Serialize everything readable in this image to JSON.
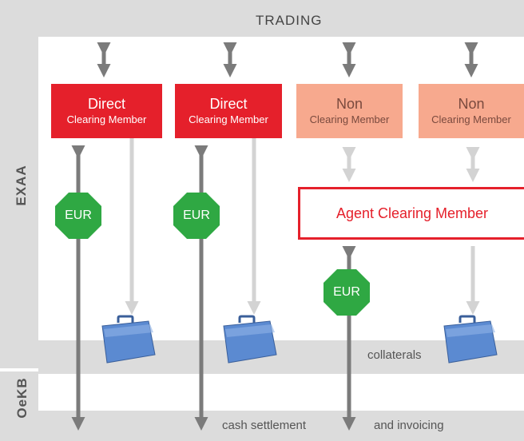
{
  "diagram": {
    "top_band_label": "TRADING",
    "side_labels": {
      "exaa": "EXAA",
      "oekb": "OeKB"
    },
    "members": [
      {
        "line1": "Direct",
        "line2": "Clearing Member",
        "kind": "direct"
      },
      {
        "line1": "Direct",
        "line2": "Clearing Member",
        "kind": "direct"
      },
      {
        "line1": "Non",
        "line2": "Clearing Member",
        "kind": "non"
      },
      {
        "line1": "Non",
        "line2": "Clearing Member",
        "kind": "non"
      }
    ],
    "agent_label": "Agent Clearing Member",
    "currency_badges": [
      "EUR",
      "EUR",
      "EUR"
    ],
    "collaterals_label": "collaterals",
    "settlement_labels": {
      "cash": "cash settlement",
      "invoicing": "and invoicing"
    },
    "colors": {
      "band_gray": "#dcdcdc",
      "arrow_gray": "#7b7b7b",
      "light_arrow": "#d3d3d3",
      "direct_red": "#e5202b",
      "non_salmon": "#f7a98e",
      "eur_green": "#2fa843",
      "briefcase_blue": "#4f7fc4"
    },
    "icons": [
      "double-arrow-icon",
      "briefcase-icon",
      "octagon-badge-icon"
    ]
  }
}
